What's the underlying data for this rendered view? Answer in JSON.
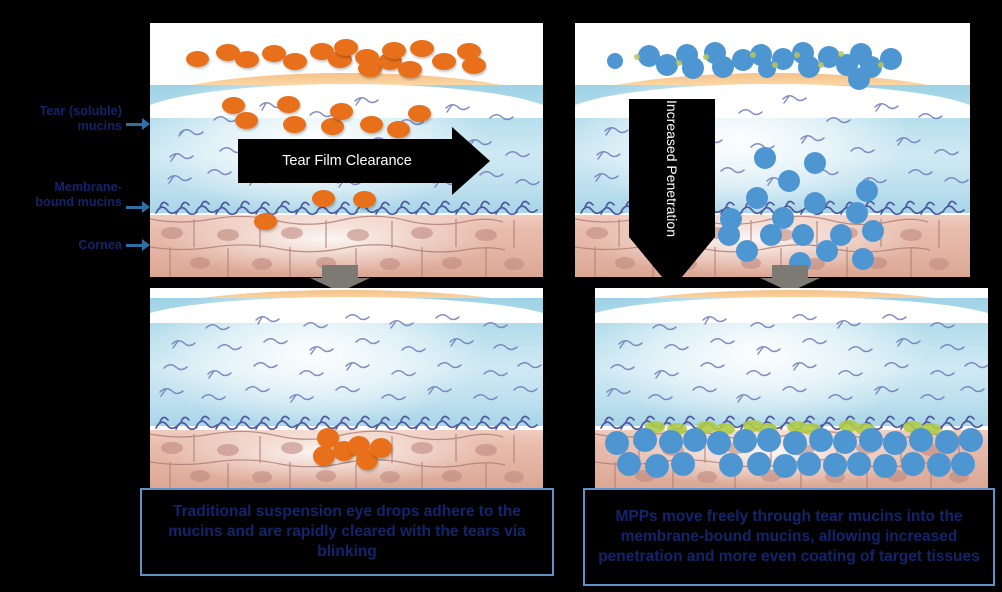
{
  "legend": {
    "items": [
      {
        "label_line1": "Tear (soluble)",
        "label_line2": "mucins",
        "name": "tear-soluble-mucins"
      },
      {
        "label_line1": "Membrane-",
        "label_line2": "bound mucins",
        "name": "membrane-bound-mucins"
      },
      {
        "label_line1": "Cornea",
        "label_line2": "",
        "name": "cornea"
      }
    ]
  },
  "panels": {
    "top_left": {
      "arrow_label": "Tear Film Clearance"
    },
    "top_right": {
      "arrow_label": "Increased Penetration"
    }
  },
  "captions": {
    "left": "Traditional suspension eye drops adhere to the mucins and are rapidly cleared with the tears via blinking",
    "right": "MPPs move freely through tear mucins into the membrane-bound mucins, allowing increased penetration and more even coating of target tissues"
  },
  "colors": {
    "label_blue": "#12246B",
    "arrow_blue": "#2E6FA5",
    "caption_border": "#5C92C7",
    "drug_particle_orange": "#E8701A",
    "mpp_blue": "#4E96D2",
    "mucin_violet": "#5B63A8",
    "lipid_layer": "#F6C189",
    "aqueous_blue": "#9ED2E6",
    "cornea_pink": "#E3B3A2",
    "transition_arrow_gray": "#7D7A73",
    "background": "#000000"
  },
  "diagram_data": {
    "type": "scientific-illustration",
    "layers_top_to_bottom": [
      "lipid layer",
      "aqueous tear film with soluble mucins",
      "membrane-bound mucin brush border",
      "corneal epithelium"
    ],
    "left_column_story": "conventional suspension particles are trapped and cleared",
    "right_column_story": "mucus-penetrating particles diffuse to the epithelium"
  }
}
